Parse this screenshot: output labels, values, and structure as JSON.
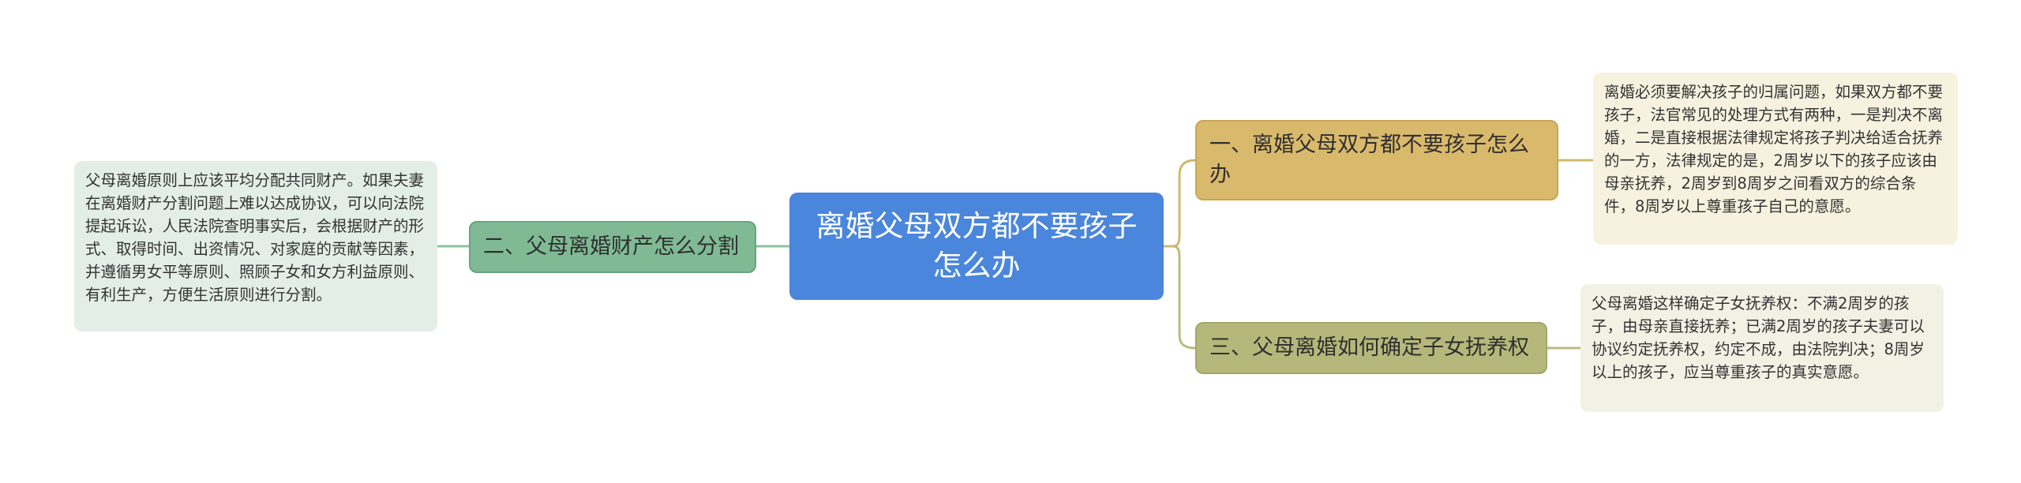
{
  "central": {
    "title": "离婚父母双方都不要孩子怎么办"
  },
  "branches": [
    {
      "title": "一、离婚父母双方都不要孩子怎么办",
      "detail": "离婚必须要解决孩子的归属问题，如果双方都不要孩子，法官常见的处理方式有两种，一是判决不离婚，二是直接根据法律规定将孩子判决给适合抚养的一方，法律规定的是，2周岁以下的孩子应该由母亲抚养，2周岁到8周岁之间看双方的综合条件，8周岁以上尊重孩子自己的意愿。"
    },
    {
      "title": "二、父母离婚财产怎么分割",
      "detail": "父母离婚原则上应该平均分配共同财产。如果夫妻在离婚财产分割问题上难以达成协议，可以向法院提起诉讼，人民法院查明事实后，会根据财产的形式、取得时间、出资情况、对家庭的贡献等因素，并遵循男女平等原则、照顾子女和女方利益原则、有利生产，方便生活原则进行分割。"
    },
    {
      "title": "三、父母离婚如何确定子女抚养权",
      "detail": "父母离婚这样确定子女抚养权：不满2周岁的孩子，由母亲直接抚养；已满2周岁的孩子夫妻可以协议约定抚养权，约定不成，由法院判决；8周岁以上的孩子，应当尊重孩子的真实意愿。"
    }
  ],
  "colors": {
    "central": "#4a86db",
    "branch_1": "#d9b96b",
    "branch_2": "#7fba95",
    "branch_3": "#b5b87a",
    "detail_1": "#f7f2df",
    "detail_2": "#e3eee6",
    "detail_3": "#f1f1e4"
  }
}
